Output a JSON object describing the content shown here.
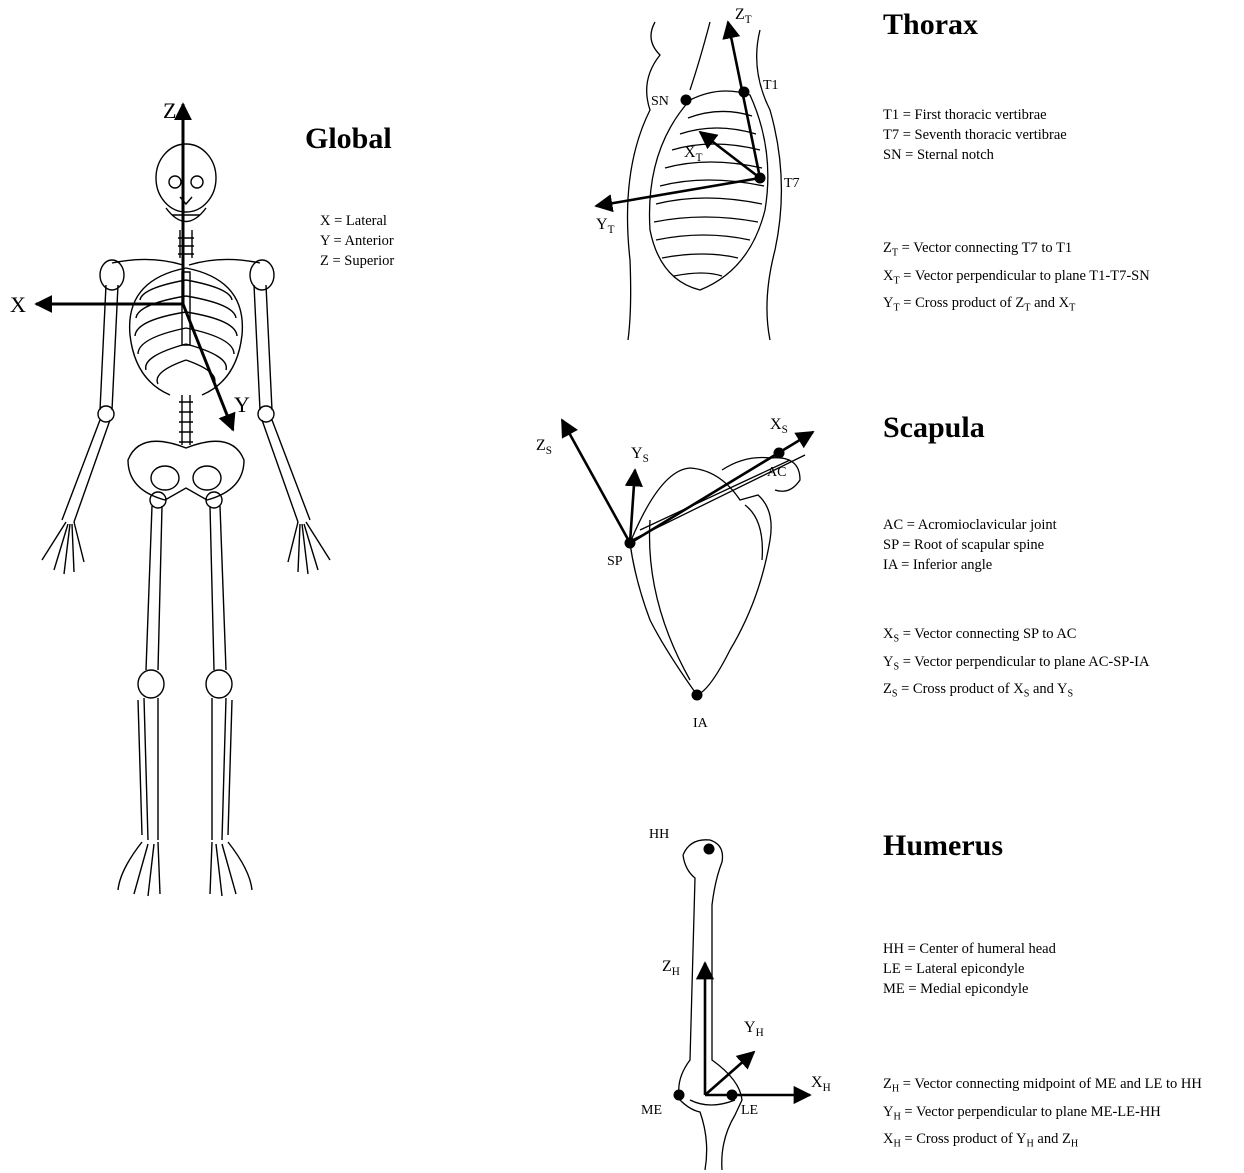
{
  "global": {
    "title": "Global",
    "axes": {
      "x": "X",
      "y": "Y",
      "z": "Z"
    },
    "definitions": [
      "X = Lateral",
      "Y = Anterior",
      "Z = Superior"
    ]
  },
  "thorax": {
    "title": "Thorax",
    "landmarks": {
      "sn": "SN",
      "t1": "T1",
      "t7": "T7"
    },
    "axes": {
      "x": "X",
      "y": "Y",
      "z": "Z",
      "sub": "T"
    },
    "landmark_definitions": [
      "T1 = First thoracic vertibrae",
      "T7 = Seventh thoracic vertibrae",
      "SN = Sternal notch"
    ],
    "vector_definitions": [
      {
        "axis": "Z",
        "sub": "T",
        "text": " = Vector connecting T7 to T1"
      },
      {
        "axis": "X",
        "sub": "T",
        "text": " = Vector perpendicular to plane T1-T7-SN"
      },
      {
        "axis": "Y",
        "sub": "T",
        "text": " = Cross product of Z",
        "mid_sub": "T",
        "tail": " and X",
        "tail_sub": "T"
      }
    ]
  },
  "scapula": {
    "title": "Scapula",
    "landmarks": {
      "ac": "AC",
      "sp": "SP",
      "ia": "IA"
    },
    "axes": {
      "x": "X",
      "y": "Y",
      "z": "Z",
      "sub": "S"
    },
    "landmark_definitions": [
      "AC = Acromioclavicular joint",
      "SP = Root of scapular spine",
      "IA = Inferior angle"
    ],
    "vector_definitions": [
      {
        "axis": "X",
        "sub": "S",
        "text": " = Vector connecting SP to AC"
      },
      {
        "axis": "Y",
        "sub": "S",
        "text": " = Vector perpendicular to plane AC-SP-IA"
      },
      {
        "axis": "Z",
        "sub": "S",
        "text": " = Cross product of X",
        "mid_sub": "S",
        "tail": " and Y",
        "tail_sub": "S"
      }
    ]
  },
  "humerus": {
    "title": "Humerus",
    "landmarks": {
      "hh": "HH",
      "me": "ME",
      "le": "LE"
    },
    "axes": {
      "x": "X",
      "y": "Y",
      "z": "Z",
      "sub": "H"
    },
    "landmark_definitions": [
      "HH = Center of humeral head",
      "LE = Lateral epicondyle",
      "ME = Medial epicondyle"
    ],
    "vector_definitions": [
      {
        "axis": "Z",
        "sub": "H",
        "text": " = Vector connecting midpoint of ME and LE to HH"
      },
      {
        "axis": "Y",
        "sub": "H",
        "text": " = Vector perpendicular to plane ME-LE-HH"
      },
      {
        "axis": "X",
        "sub": "H",
        "text": " = Cross product of Y",
        "mid_sub": "H",
        "tail": " and Z",
        "tail_sub": "H"
      }
    ]
  }
}
